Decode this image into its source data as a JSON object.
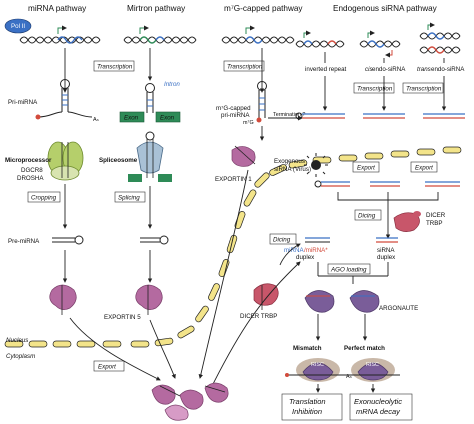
{
  "headers": {
    "mirna": "miRNA pathway",
    "mirtron": "Mirtron pathway",
    "m7g": "m⁷G-capped pathway",
    "endo": "Endogenous siRNA pathway"
  },
  "pol2": "Pol II",
  "steps": {
    "transcription": "Transcription",
    "cropping": "Cropping",
    "splicing": "Splicing",
    "export": "Export",
    "dicing": "Dicing",
    "ago_loading": "AGO loading"
  },
  "labels": {
    "pri_mirna": "Pri-miRNA",
    "a_n": "Aₙ",
    "microprocessor": "Microprocessor",
    "dgcr8": "DGCR8",
    "drosha": "DROSHA",
    "pre_mirna": "Pre-miRNA",
    "intron": "Intron",
    "exon": "Exon",
    "spliceosome": "Spliceosome",
    "exportin5": "EXPORTIN 5",
    "m7g_pri": "m⁷G-capped",
    "m7g_pri2": "pri-miRNA",
    "m7g_cap": "m⁷G",
    "termination": "Termination ?",
    "exportin1": "EXPORTIN 1",
    "exo_sirna1": "Exogenous",
    "exo_sirna2": "siRNA (Virus)",
    "inverted_repeat": "inverted repeat",
    "cis": "cis",
    "cis_rest": " endo-siRNA",
    "trans": "trans",
    "trans_rest": " endo-siRNA",
    "dicer": "DICER",
    "trbp": "TRBP",
    "dicer_trbp": "DICER TRBP",
    "mirna_duplex_a": "miRNA",
    "mirna_duplex_b": "/miRNA*",
    "duplex": "duplex",
    "sirna": "siRNA",
    "argonaute": "ARGONAUTE",
    "mismatch": "Mismatch",
    "perfect_match": "Perfect match",
    "risc": "RISC",
    "nucleus": "Nucleus",
    "cytoplasm": "Cytoplasm",
    "out_translation1": "Translation",
    "out_translation2": "Inhibition",
    "out_exo1": "Exonucleolytic",
    "out_exo2": "mRNA decay"
  },
  "colors": {
    "pore": "#f3e48a",
    "exon": "#2e8b57",
    "microprocessor": "#b5cf6b",
    "spliceosome": "#a9c1d6",
    "dicer": "#c8566a",
    "exportin": "#b46aa0",
    "ago": "#7a5d99",
    "risc_shadow": "#c9b8a8",
    "mirna_blue": "#3a70c4",
    "strand_red": "#d24b3c"
  }
}
